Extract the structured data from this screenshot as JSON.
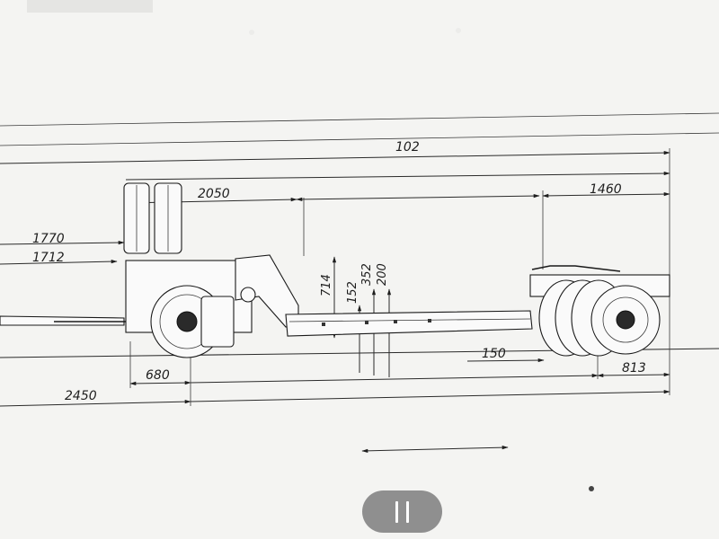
{
  "dimensions": {
    "overall_length": "102",
    "front_overhang": "2050",
    "rear_overhang": "1460",
    "left_height_1770": "1770",
    "left_height_1712": "1712",
    "deck_height": "714",
    "offset_152": "152",
    "offset_352": "352",
    "offset_200": "200",
    "offset_150": "150",
    "axle_offset": "680",
    "wheel_distance": "813",
    "front_length": "2450"
  },
  "controls": {
    "pause_icon": "pause-icon"
  }
}
